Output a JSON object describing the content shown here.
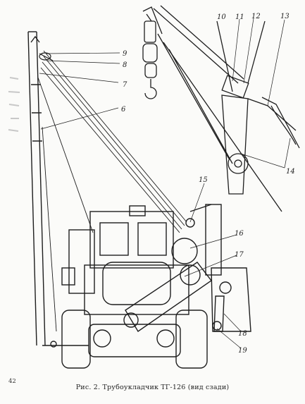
{
  "figure": {
    "caption": "Рис. 2. Трубоукладчик ТГ-126 (вид сзади)",
    "page_number": "42",
    "callouts": [
      "9",
      "8",
      "7",
      "6",
      "10",
      "11",
      "12",
      "13",
      "14",
      "15",
      "16",
      "17",
      "18",
      "19"
    ]
  }
}
